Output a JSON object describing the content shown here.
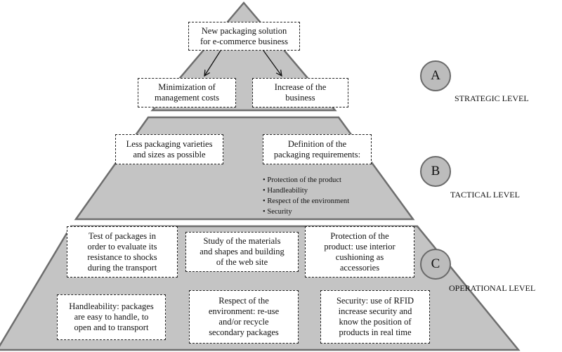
{
  "strategic": {
    "top_box": "New packaging solution\nfor e-commerce business",
    "left_box": "Minimization of\nmanagement costs",
    "right_box": "Increase of the\nbusiness"
  },
  "tactical": {
    "left_box": "Less packaging varieties\nand sizes as possible",
    "right_box": "Definition of the\npackaging requirements:",
    "requirements": [
      "Protection of the product",
      "Handleability",
      "Respect of the environment",
      "Security"
    ]
  },
  "operational": {
    "box1": "Test of packages in\norder to evaluate its\nresistance to shocks\nduring the transport",
    "box2": "Study of the materials\nand shapes and building\nof the web site",
    "box3": "Protection of the\nproduct: use interior\ncushioning as\naccessories",
    "box4": "Handleability: packages\nare easy to handle, to\nopen and to transport",
    "box5": "Respect of the\nenvironment: re-use\nand/or recycle\nsecondary packages",
    "box6": "Security: use of RFID\nincrease security and\nknow the position of\nproducts in real time"
  },
  "levels": {
    "a_letter": "A",
    "a_label": "STRATEGIC LEVEL",
    "b_letter": "B",
    "b_label": "TACTICAL LEVEL",
    "c_letter": "C",
    "c_label": "OPERATIONAL LEVEL"
  },
  "colors": {
    "pyramid_fill": "#c4c4c4",
    "pyramid_stroke": "#6e6e6e",
    "circle_fill": "#bcbcbc"
  }
}
